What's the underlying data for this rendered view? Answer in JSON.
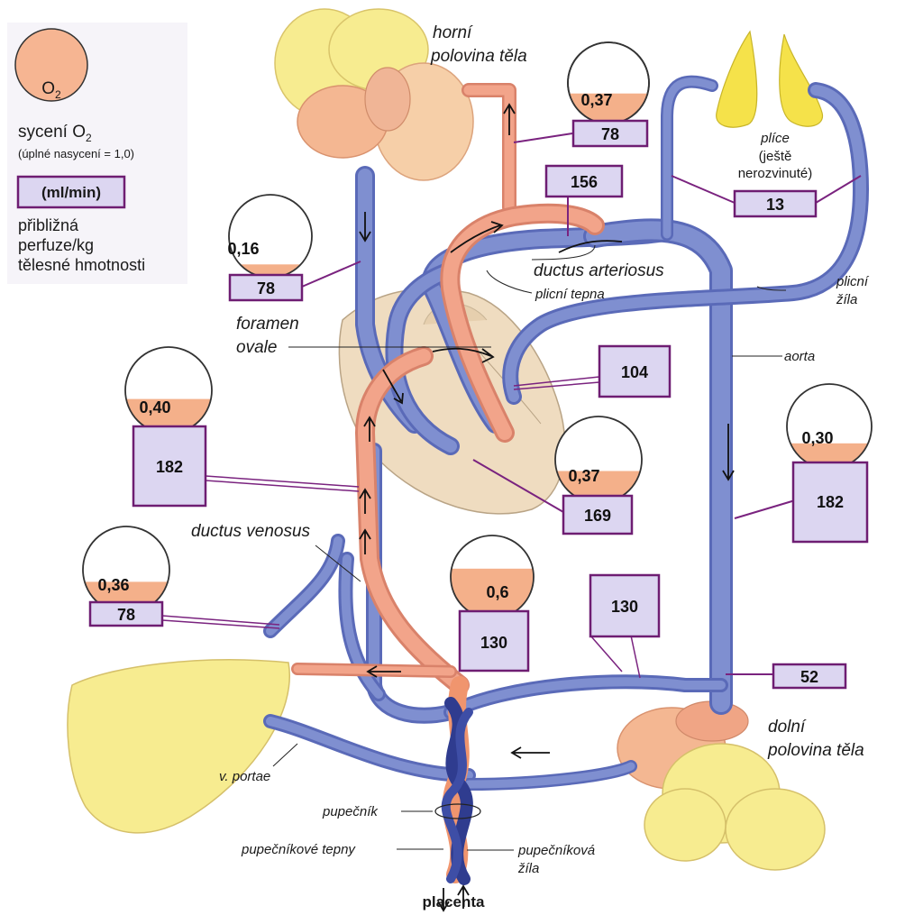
{
  "legend": {
    "o2_symbol": "O",
    "o2_subscript": "2",
    "saturation_label": "sycení O",
    "saturation_sub": "2",
    "saturation_note": "(úplné nasycení = 1,0)",
    "unit_box": "(ml/min)",
    "perfusion_line1": "přibližná",
    "perfusion_line2": "perfuze/kg",
    "perfusion_line3": "tělesné hmotnosti"
  },
  "labels": {
    "upper_body_1": "horní",
    "upper_body_2": "polovina těla",
    "lungs_1": "plíce",
    "lungs_2": "(ještě",
    "lungs_3": "nerozvinuté)",
    "ductus_arteriosus": "ductus arteriosus",
    "pulmonary_artery": "plicní tepna",
    "pulmonary_vein_1": "plicní",
    "pulmonary_vein_2": "žíla",
    "foramen_1": "foramen",
    "foramen_2": "ovale",
    "aorta": "aorta",
    "ductus_venosus": "ductus venosus",
    "lower_body_1": "dolní",
    "lower_body_2": "polovina těla",
    "portal_vein": "v. portae",
    "umbilical_cord": "pupečník",
    "umbilical_arteries": "pupečníkové tepny",
    "umbilical_vein_1": "pupečníková",
    "umbilical_vein_2": "žíla",
    "placenta": "placenta"
  },
  "saturation": [
    {
      "id": "head",
      "value": "0,37",
      "fill": 0.37
    },
    {
      "id": "svc",
      "value": "0,16",
      "fill": 0.16
    },
    {
      "id": "ivc-heart",
      "value": "0,40",
      "fill": 0.4
    },
    {
      "id": "left-ventricle",
      "value": "0,37",
      "fill": 0.37
    },
    {
      "id": "hepatic",
      "value": "0,36",
      "fill": 0.36
    },
    {
      "id": "umbilical-vein",
      "value": "0,6",
      "fill": 0.6
    },
    {
      "id": "descending-aorta",
      "value": "0,30",
      "fill": 0.3
    }
  ],
  "perfusion": {
    "head": "78",
    "ductus_arteriosus": "156",
    "lungs": "13",
    "svc": "78",
    "pulmonary_artery": "104",
    "ivc_heart": "182",
    "left_ventricle": "169",
    "descending_aorta": "182",
    "hepatic": "78",
    "umbilical_vein": "130",
    "umbilical_arteries": "130",
    "lower_body": "52"
  },
  "colors": {
    "oxygenated": "#f0a07e",
    "deoxygenated": "#7f8fd0",
    "box_fill": "#dcd6f1",
    "box_border": "#6e1d72",
    "organ_yellow": "#f7ec90",
    "heart": "#efdcc0"
  }
}
